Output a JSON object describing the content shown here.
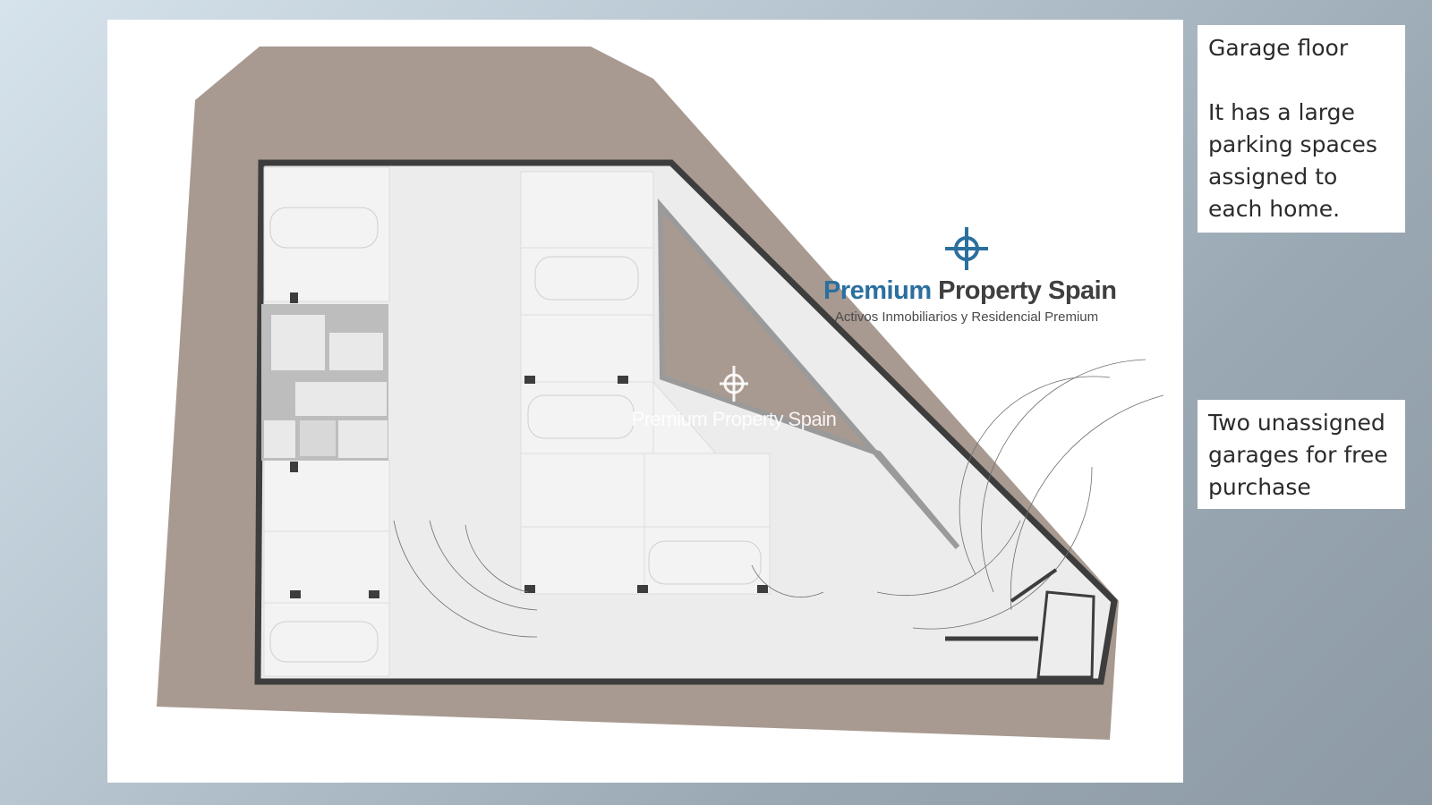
{
  "brand": {
    "name_part1": "Premium",
    "name_part2": "Property Spain",
    "tagline": "Activos Inmobiliarios y Residencial Premium",
    "watermark": "Premium Property Spain",
    "colors": {
      "blue": "#2b6f9f",
      "dark": "#3f3f3f",
      "terrain": "#a89a91",
      "wall": "#3d3d3d"
    }
  },
  "cards": {
    "garage": {
      "title": "Garage floor",
      "body": "It has a large parking spaces assigned to each home."
    },
    "unassigned": {
      "body": "Two unassigned garages for free purchase"
    }
  }
}
